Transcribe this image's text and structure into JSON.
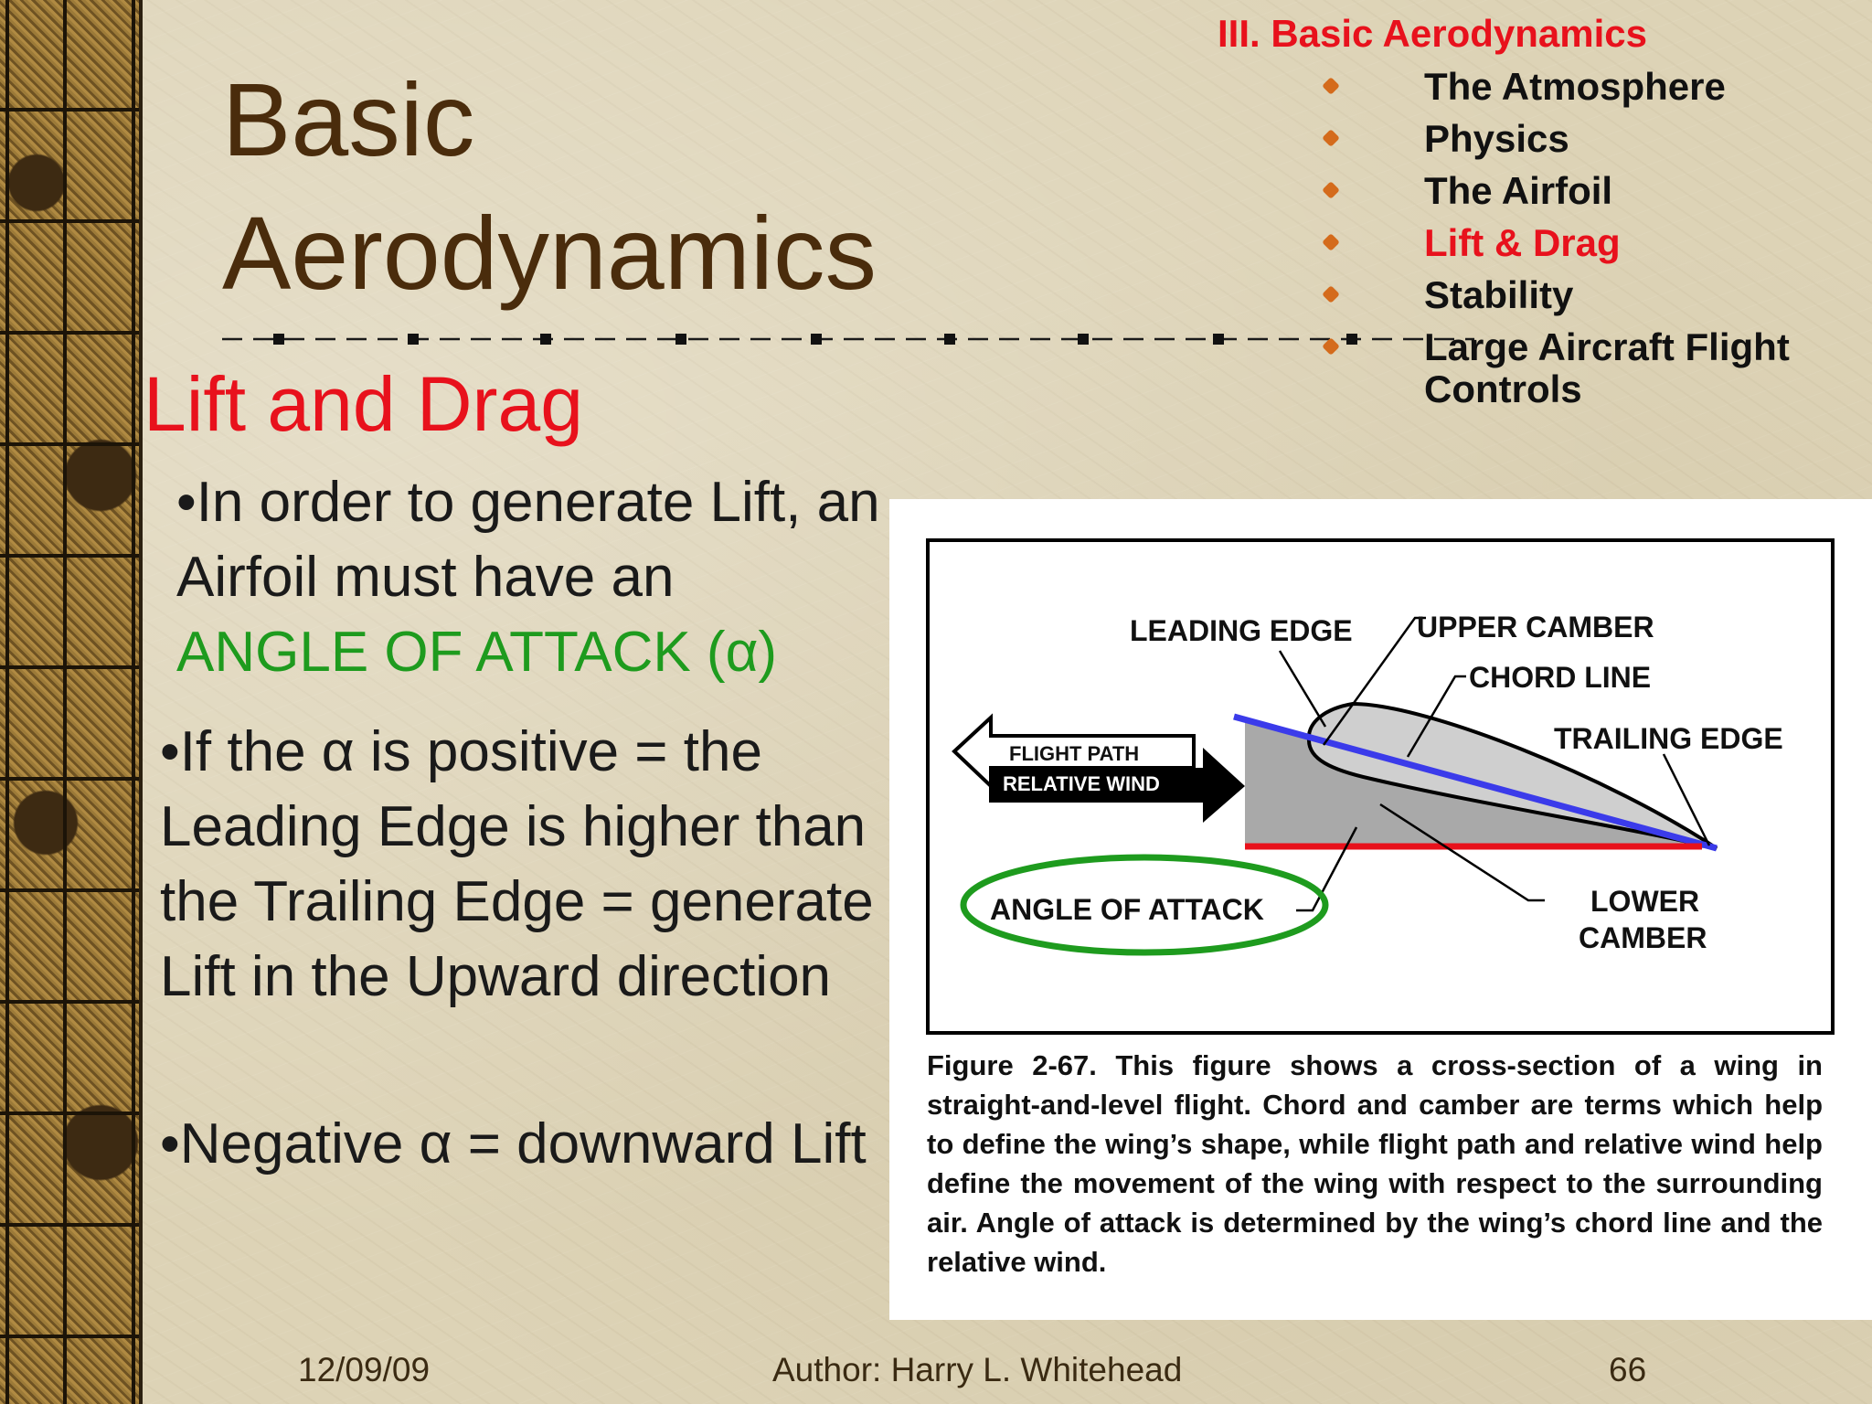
{
  "slide": {
    "title_line1": "Basic",
    "title_line2": "Aerodynamics",
    "toc": {
      "heading": "III. Basic Aerodynamics",
      "items": [
        {
          "label": "The Atmosphere"
        },
        {
          "label": "Physics"
        },
        {
          "label": "The Airfoil"
        },
        {
          "label": "Lift & Drag"
        },
        {
          "label": "Stability"
        },
        {
          "label": "Large Aircraft Flight Controls"
        }
      ],
      "active_item": "Lift & Drag"
    },
    "section_heading": "Lift and Drag",
    "paragraphs": {
      "p1_text": "•In order to generate Lift, an Airfoil must have an",
      "p1_highlight": "ANGLE OF ATTACK (α)",
      "p2": "•If the α is positive = the Leading Edge is higher than the Trailing Edge = generate Lift in the Upward direction",
      "p3": "•Negative α = downward Lift"
    },
    "figure": {
      "labels": {
        "leading_edge": "LEADING EDGE",
        "upper_camber": "UPPER CAMBER",
        "chord_line": "CHORD LINE",
        "trailing_edge": "TRAILING EDGE",
        "flight_path": "FLIGHT PATH",
        "relative_wind": "RELATIVE WIND",
        "angle_of_attack": "ANGLE OF ATTACK",
        "lower_camber_1": "LOWER",
        "lower_camber_2": "CAMBER"
      },
      "caption": "Figure 2-67. This figure shows a cross-section of a wing in straight-and-level flight. Chord and camber are terms which help to define the wing’s shape, while flight path and relative wind help define the movement of the wing with respect to the surrounding air. Angle of attack is determined by the wing’s chord line and the relative wind."
    },
    "footer": {
      "date": "12/09/09",
      "author": "Author:  Harry L. Whitehead",
      "page": "66"
    },
    "colors": {
      "title": "#4a2c0c",
      "accent_red": "#e8111c",
      "accent_green": "#1e9b1e",
      "bullet_orange": "#d46b1c",
      "chord_blue": "#3b3bea",
      "wind_red": "#e8111c"
    }
  }
}
